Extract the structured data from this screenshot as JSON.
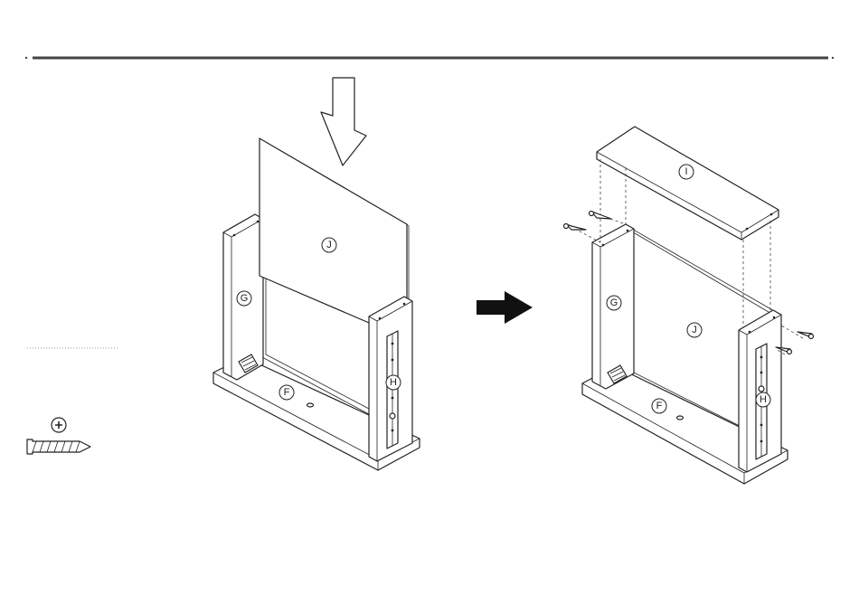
{
  "labels": {
    "left": {
      "top_panel": "J",
      "side_panel": "G",
      "base": "F",
      "runner_panel": "H"
    },
    "right": {
      "top_board": "I",
      "back_panel": "J",
      "side_panel": "G",
      "base": "F",
      "runner_panel": "H"
    }
  },
  "icons": {
    "insert_arrow": "down-arrow-icon",
    "step_arrow": "right-arrow-icon",
    "screw": "screw-icon",
    "phillips": "phillips-head-icon"
  },
  "colors": {
    "line": "#222222",
    "rule": "#444444",
    "fill": "#ffffff",
    "arrow_fill": "#111111"
  }
}
